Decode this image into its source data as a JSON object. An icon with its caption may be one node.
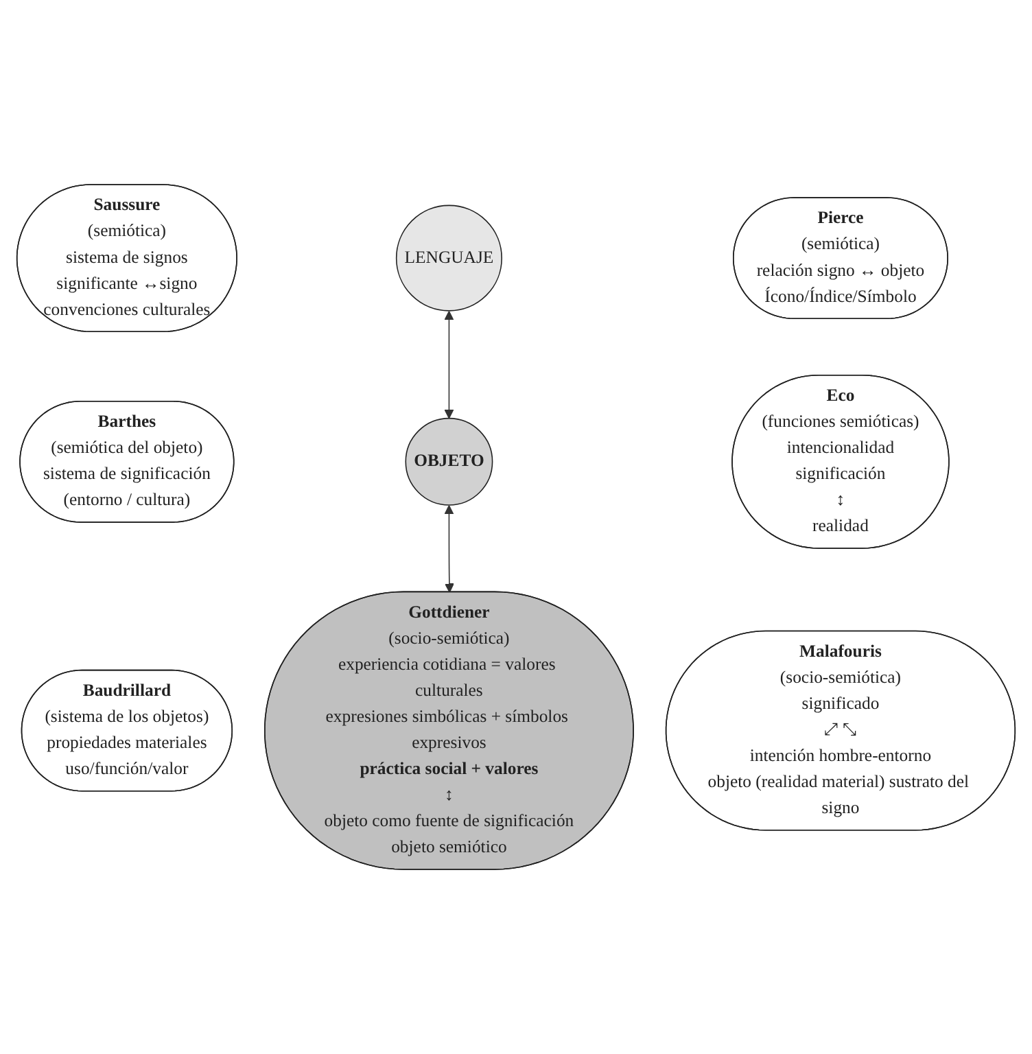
{
  "diagram": {
    "nodes": [
      {
        "text": [
          "Saussure",
          "(semiótica)",
          "sistema de signos",
          "significante ↔signo",
          "convenciones culturales"
        ]
      },
      {
        "text": [
          "LENGUAJE"
        ]
      },
      {
        "text": [
          "Pierce",
          "(semiótica)",
          "relación signo ↔ objeto",
          "Ícono/Índice/Símbolo"
        ]
      },
      {
        "text": [
          "Barthes",
          "(semiótica del objeto)",
          "sistema de significación",
          "(entorno / cultura)"
        ]
      },
      {
        "text": [
          "Eco",
          "(funciones semióticas)",
          "intencionalidad",
          "significación",
          "↕",
          "realidad"
        ]
      },
      {
        "text": [
          "OBJETO"
        ]
      },
      {
        "text": [
          "Malafouris",
          "(socio-semiótica)",
          "significado",
          "⤢ ⤡",
          "intención hombre-entorno",
          "objeto (realidad material) sustrato del signo"
        ]
      },
      {
        "text": [
          "Baudrillard",
          "(sistema de los objetos)",
          "propiedades materiales",
          "uso/función/valor"
        ]
      },
      {
        "text": [
          "Gottdiener",
          "(socio-semiótica)",
          "experiencia cotidiana = valores culturales",
          "expresiones simbólicas + símbolos expresivos",
          "práctica social + valores",
          "↕",
          "objeto como fuente de significación",
          "objeto semiótico"
        ]
      }
    ],
    "edges": [
      {
        "from": 1,
        "to": 5,
        "arrow": "both"
      },
      {
        "from": 5,
        "to": 8,
        "arrow": "both"
      }
    ]
  }
}
